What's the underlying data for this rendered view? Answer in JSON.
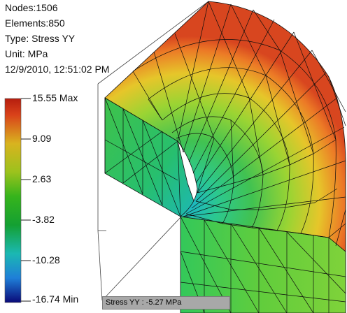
{
  "info": {
    "nodes": "Nodes:1506",
    "elements": "Elements:850",
    "type": "Type: Stress YY",
    "unit": "Unit: MPa",
    "timestamp": "12/9/2010, 12:51:02 PM"
  },
  "legend": {
    "labels": [
      "15.55 Max",
      "9.09",
      "2.63",
      "-3.82",
      "-10.28",
      "-16.74 Min"
    ],
    "colors": [
      "#c62a12",
      "#c9b21c",
      "#46b51e",
      "#18a02a",
      "#19b4a8",
      "#1c4fd6",
      "#101080"
    ]
  },
  "tooltip": {
    "text": "Stress YY : -5.27 MPa"
  }
}
